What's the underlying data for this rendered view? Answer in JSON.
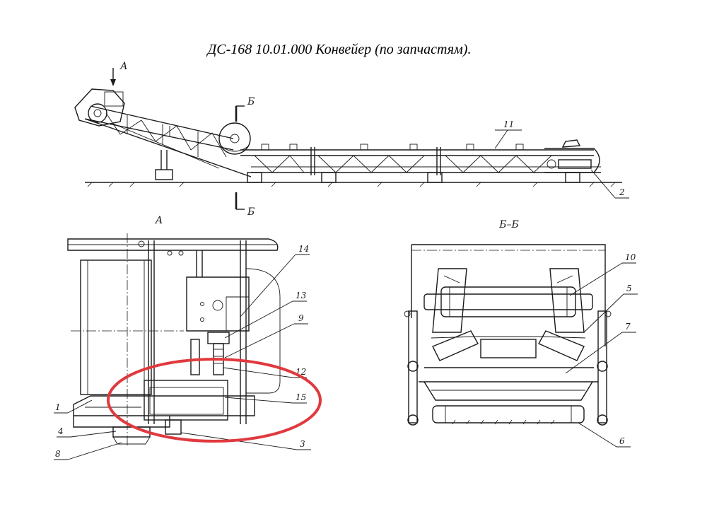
{
  "title": "ДС-168 10.01.000 Конвейер (по запчастям).",
  "views": {
    "view_a": "А",
    "section_bb": "Б–Б"
  },
  "section_marks": {
    "arrow_a": "А",
    "cut_top": "Б",
    "cut_bottom": "Б"
  },
  "callouts": {
    "c1": "1",
    "c2": "2",
    "c3": "3",
    "c4": "4",
    "c5": "5",
    "c6": "6",
    "c7": "7",
    "c8": "8",
    "c9": "9",
    "c10": "10",
    "c11": "11",
    "c12": "12",
    "c13": "13",
    "c14": "14",
    "c15": "15"
  },
  "colors": {
    "ink": "#1a1a1a",
    "highlight": "#e0393e",
    "paper": "#ffffff"
  }
}
